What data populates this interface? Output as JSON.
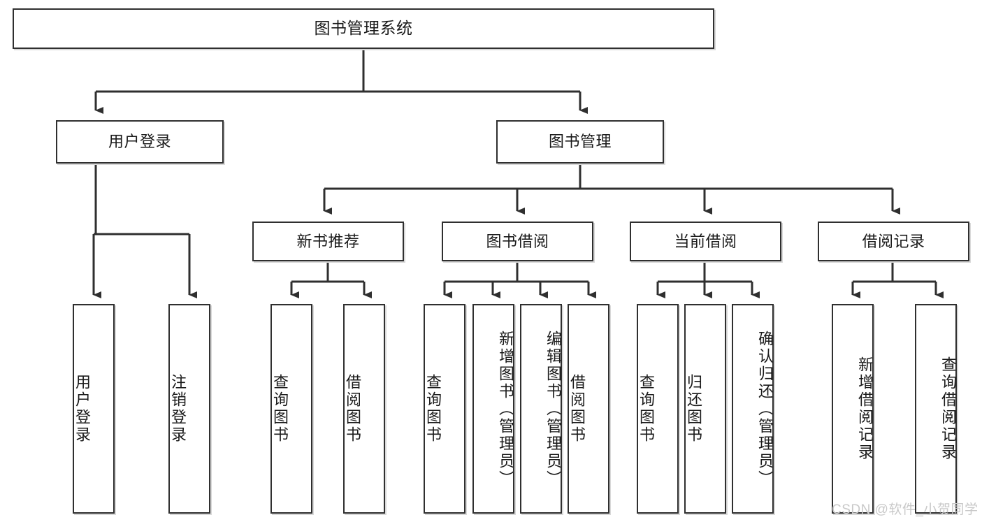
{
  "diagram": {
    "type": "tree",
    "title": "图书管理系统",
    "orientation": "top-down",
    "colors": {
      "border": "#2f2f2f",
      "fill": "#ffffff",
      "text": "#1a1a1a",
      "connector": "#2f2f2f",
      "shadow": "#d8d8d8",
      "watermark": "#c9c9c9"
    },
    "root": {
      "label": "图书管理系统"
    },
    "level2": [
      {
        "label": "用户登录"
      },
      {
        "label": "图书管理"
      }
    ],
    "level3": [
      {
        "label": "新书推荐"
      },
      {
        "label": "图书借阅"
      },
      {
        "label": "当前借阅"
      },
      {
        "label": "借阅记录"
      }
    ],
    "leaves": {
      "user_login": [
        {
          "label": "用户登录"
        },
        {
          "label": "注销登录"
        }
      ],
      "new_book_recommend": [
        {
          "label": "查询图书"
        },
        {
          "label": "借阅图书"
        }
      ],
      "book_borrow": [
        {
          "label": "查询图书"
        },
        {
          "label": "新增图书（管理员）"
        },
        {
          "label": "编辑图书（管理员）"
        },
        {
          "label": "借阅图书"
        }
      ],
      "current_borrow": [
        {
          "label": "查询图书"
        },
        {
          "label": "归还图书"
        },
        {
          "label": "确认归还（管理员）"
        }
      ],
      "borrow_record": [
        {
          "label": "新增借阅记录"
        },
        {
          "label": "查询借阅记录"
        }
      ]
    }
  },
  "watermark": {
    "text": "CSDN @软件_小贺同学"
  }
}
